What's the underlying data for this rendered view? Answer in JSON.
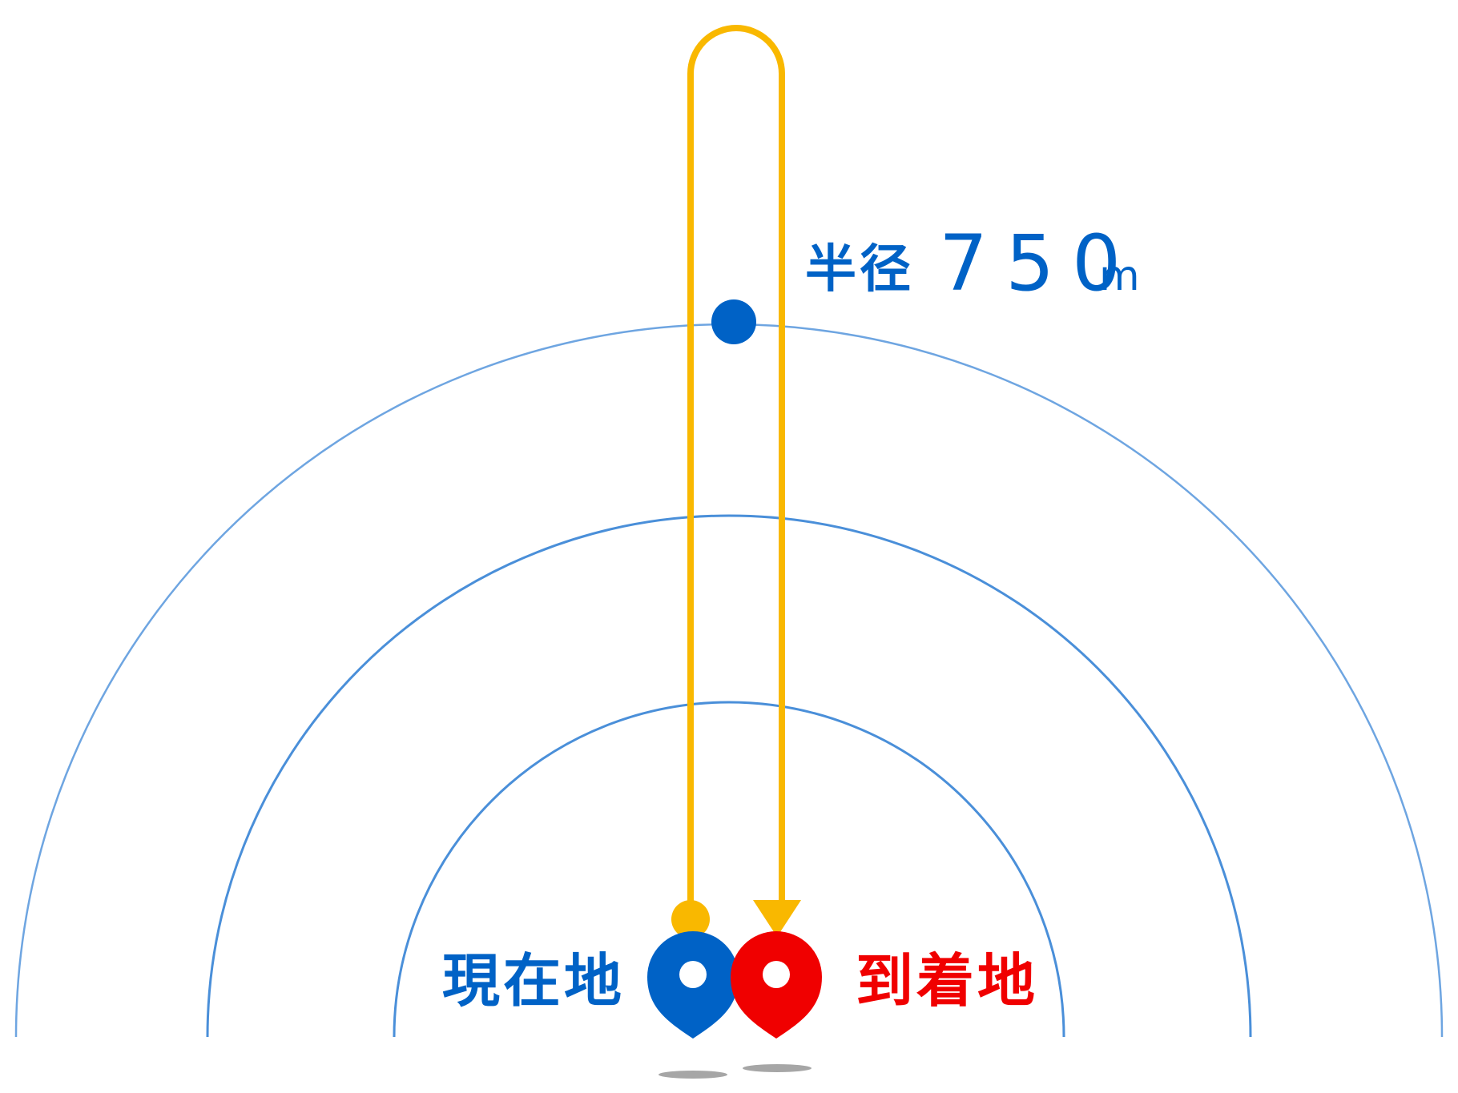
{
  "radius_label": {
    "prefix": "半径",
    "value": "750",
    "unit": "m"
  },
  "origin_label": "現在地",
  "destination_label": "到着地",
  "colors": {
    "ring": "#4a8fd9",
    "route": "#f9b800",
    "origin": "#0062c6",
    "destination": "#f00000",
    "shadow": "#a6a6a6"
  },
  "icons": {
    "origin": "map-pin-icon",
    "destination": "map-pin-icon",
    "route_end": "arrow-down-icon"
  }
}
